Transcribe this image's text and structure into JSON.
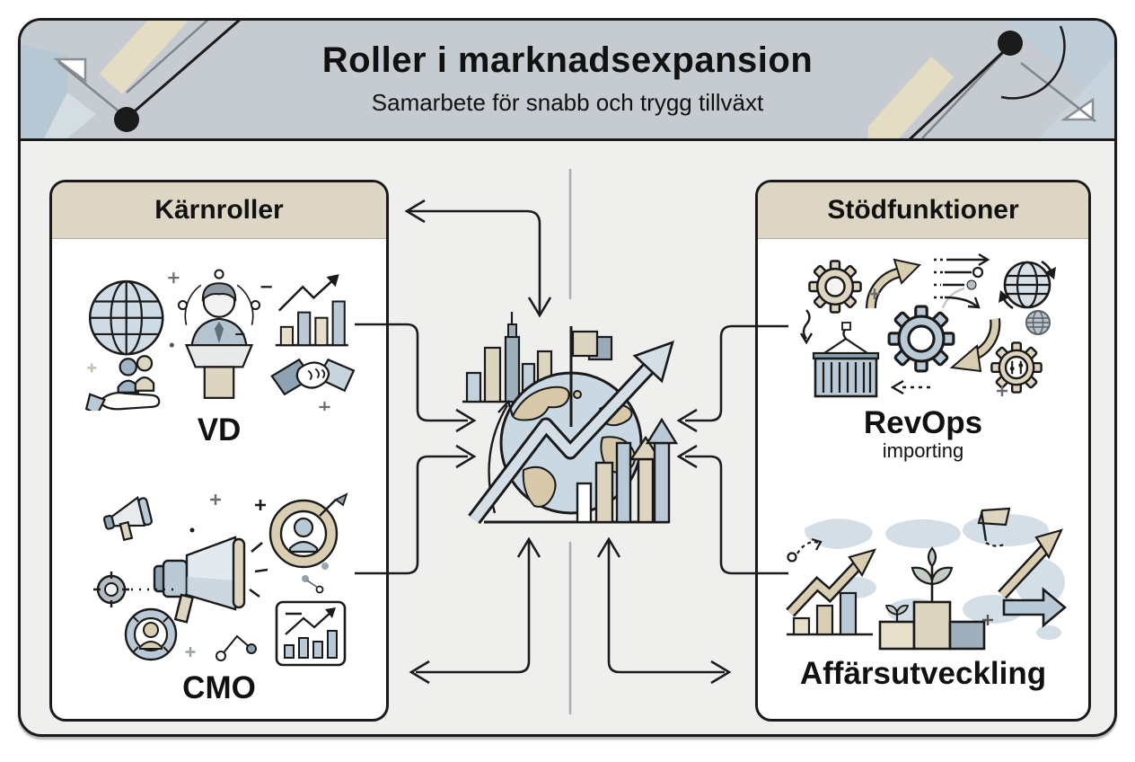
{
  "poster": {
    "title": "Roller i marknadsexpansion",
    "subtitle": "Samarbete för snabb och trygg tillväxt"
  },
  "panels": {
    "left": {
      "title": "Kärnroller",
      "roles": [
        {
          "label": "VD",
          "sublabel": "",
          "icons": [
            "globe-icon",
            "executive-podium-icon",
            "growth-chart-icon",
            "hand-people-icon",
            "handshake-icon"
          ]
        },
        {
          "label": "CMO",
          "sublabel": "",
          "icons": [
            "megaphone-icon",
            "small-megaphone-icon",
            "target-audience-icon",
            "crosshair-icon",
            "user-ring-icon",
            "chart-card-icon"
          ]
        }
      ]
    },
    "right": {
      "title": "Stödfunktioner",
      "roles": [
        {
          "label": "RevOps",
          "sublabel": "importing",
          "icons": [
            "gear-icon",
            "main-gear-icon",
            "settings-gear-icon",
            "cycle-arrow-icon",
            "data-flow-icon",
            "globe-sync-icon",
            "container-crane-icon",
            "dotted-sphere-icon"
          ]
        },
        {
          "label": "Affärsutveckling",
          "sublabel": "",
          "icons": [
            "world-map-icon",
            "growth-arrow-bars-icon",
            "plant-blocks-icon",
            "flag-icon",
            "up-arrow-icon",
            "right-arrow-icon"
          ]
        }
      ]
    }
  },
  "center": {
    "icon": "globe-growth-illustration"
  },
  "colors": {
    "header_band": "#c6cbd1",
    "poster_bg": "#eff0ee",
    "panel_header": "#ddd6c5",
    "panel_bg": "#ffffff",
    "outline": "#1a1a1a",
    "accent_beige": "#d9cdb2",
    "accent_blue": "#b9c9d6",
    "divider_gray": "#a9adb0"
  }
}
